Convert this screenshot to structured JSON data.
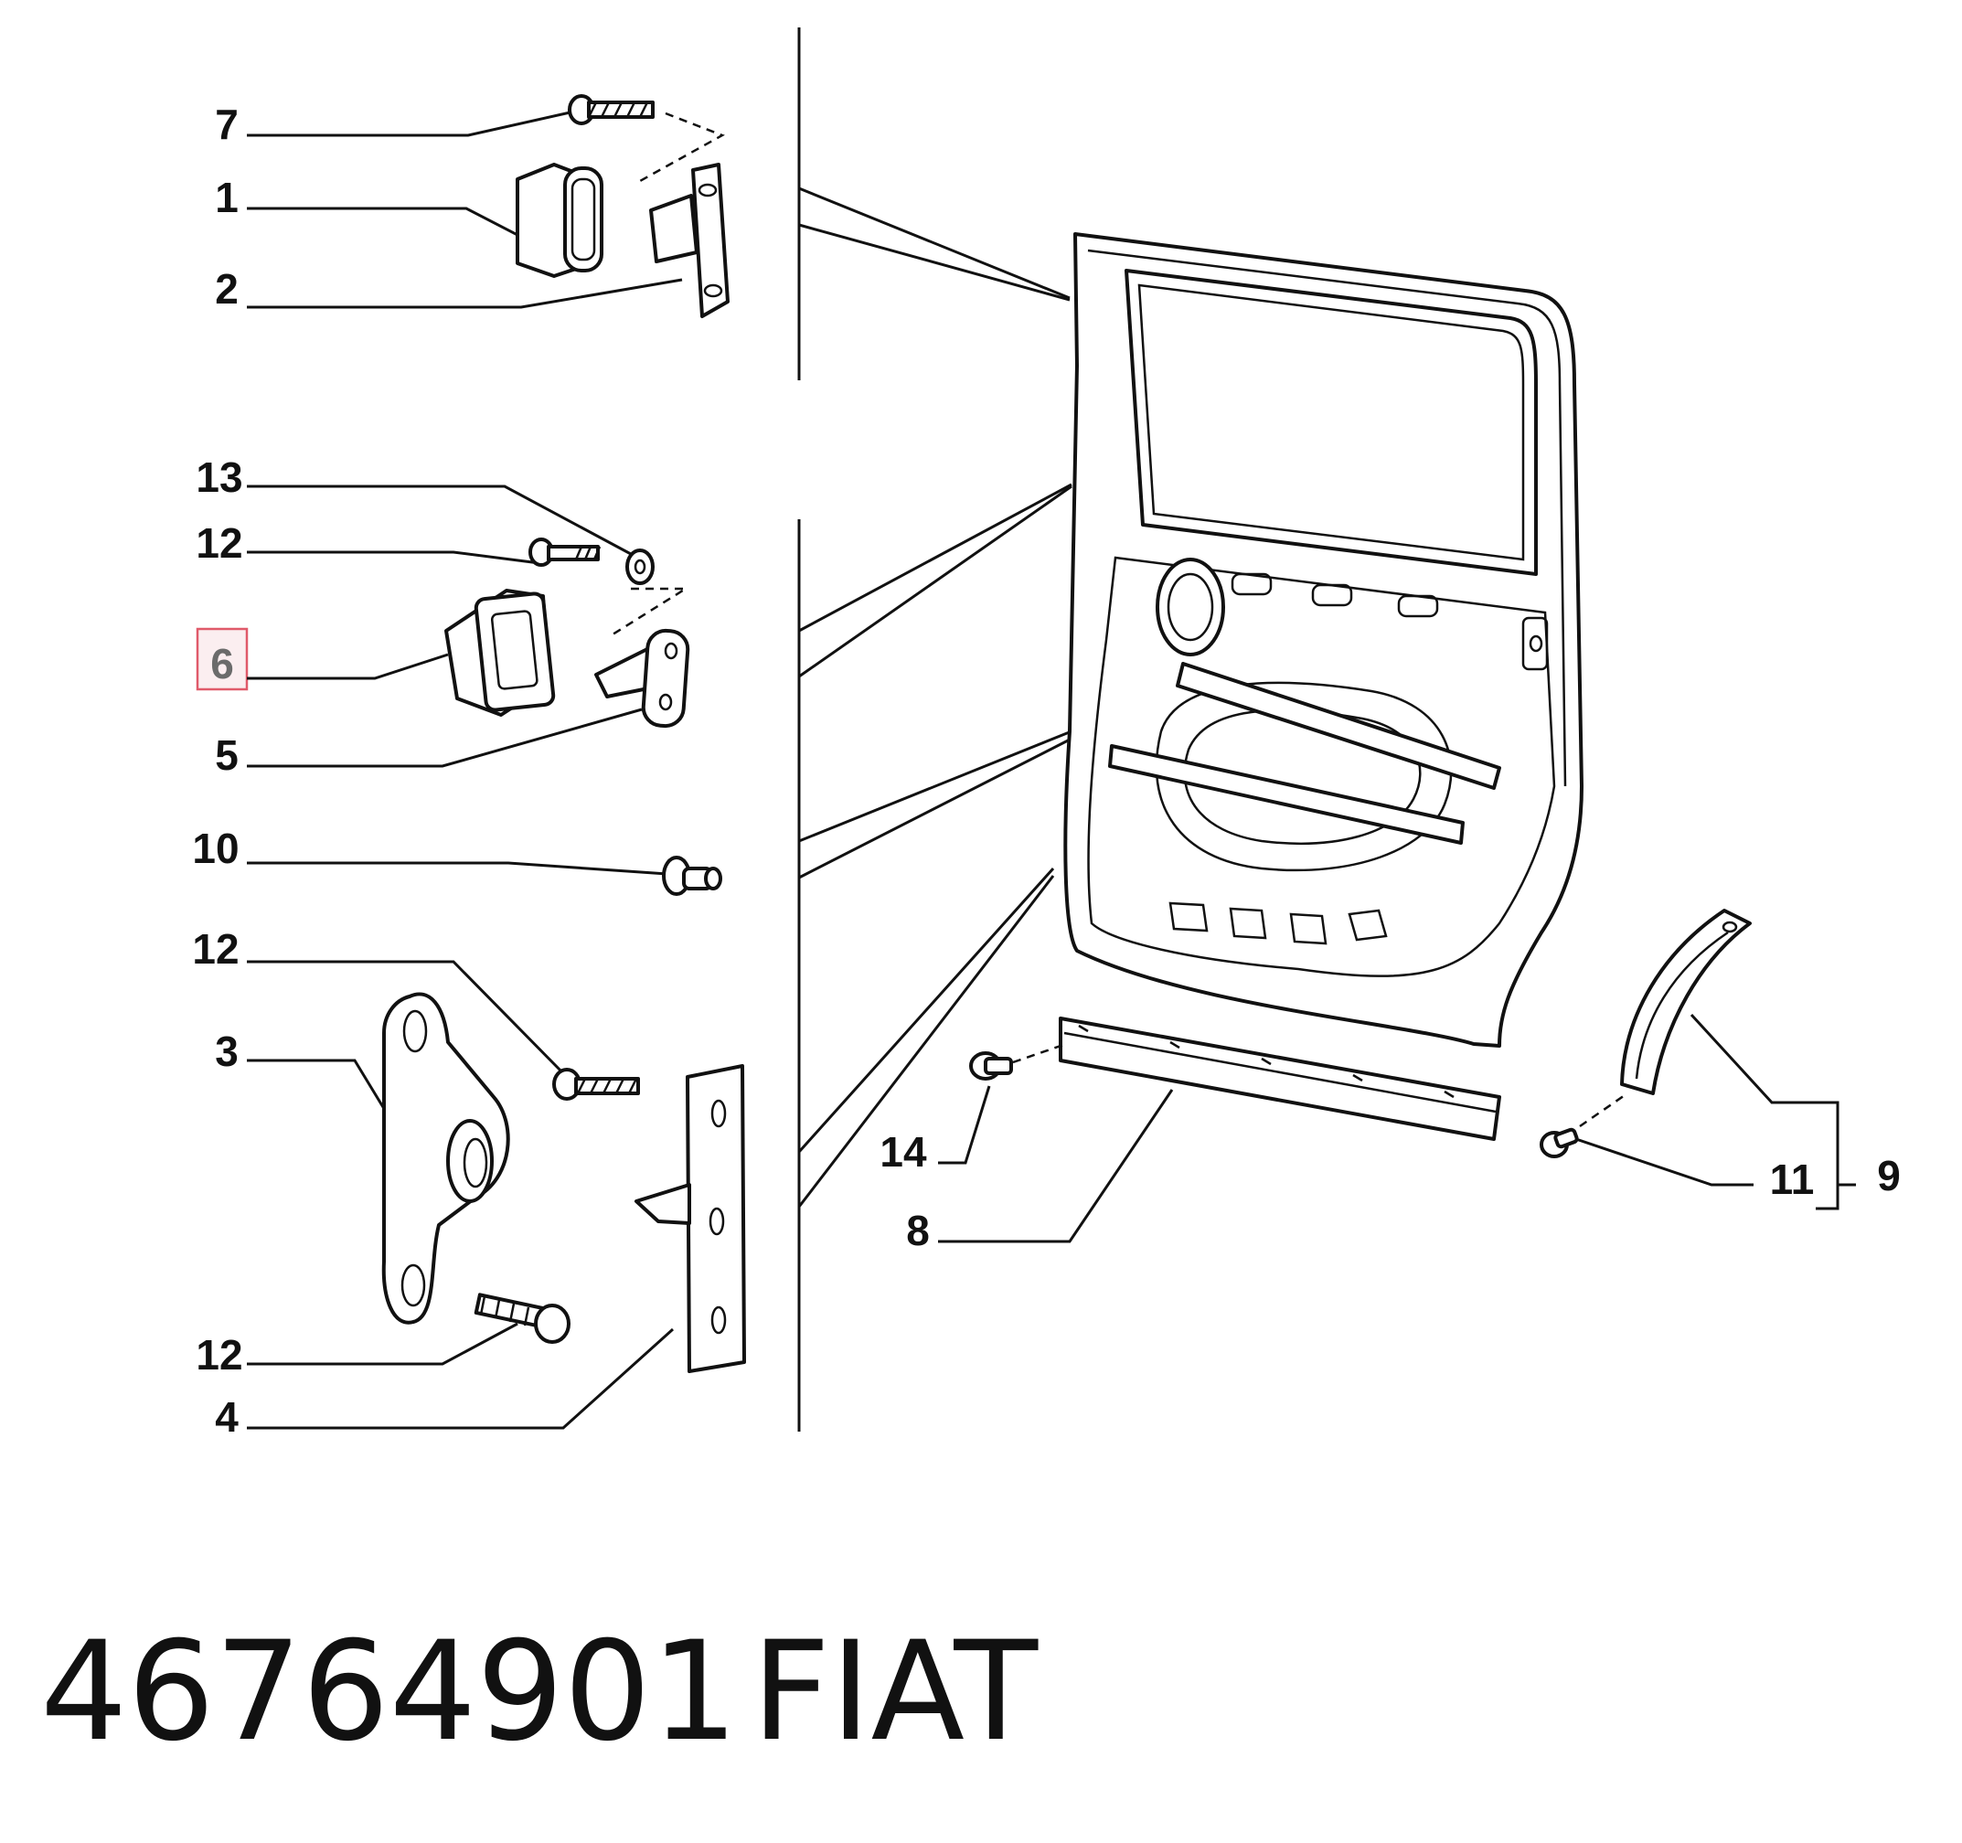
{
  "diagram": {
    "callouts": {
      "c7": "7",
      "c1": "1",
      "c2": "2",
      "c13": "13",
      "c12a": "12",
      "c6": "6",
      "c5": "5",
      "c10": "10",
      "c12b": "12",
      "c3": "3",
      "c12c": "12",
      "c4": "4",
      "c14": "14",
      "c8": "8",
      "c11": "11",
      "c9": "9"
    },
    "highlighted_callout": "6",
    "highlight_color": "#e05a6a"
  },
  "caption": {
    "part_number": "46764901",
    "brand": "FIAT"
  }
}
